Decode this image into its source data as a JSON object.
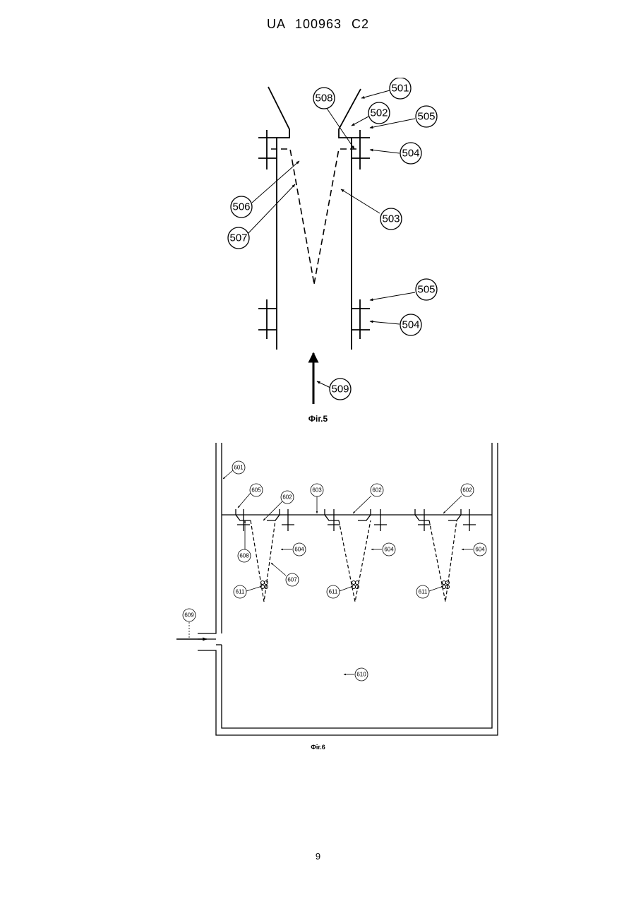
{
  "header": {
    "doc_id": "UA 100963 C2"
  },
  "fig5": {
    "caption": "Фіг.5",
    "labels": {
      "l501": "501",
      "l502": "502",
      "l503": "503",
      "l504a": "504",
      "l504b": "504",
      "l505a": "505",
      "l505b": "505",
      "l506": "506",
      "l507": "507",
      "l508": "508",
      "l509": "509"
    }
  },
  "fig6": {
    "caption": "Фіг.6",
    "labels": {
      "l601": "601",
      "l602a": "602",
      "l602b": "602",
      "l602c": "602",
      "l603": "603",
      "l604a": "604",
      "l604b": "604",
      "l604c": "604",
      "l605": "605",
      "l607": "607",
      "l608": "608",
      "l609": "609",
      "l610": "610",
      "l611a": "611",
      "l611b": "611",
      "l611c": "611"
    }
  },
  "page": {
    "number": "9"
  }
}
